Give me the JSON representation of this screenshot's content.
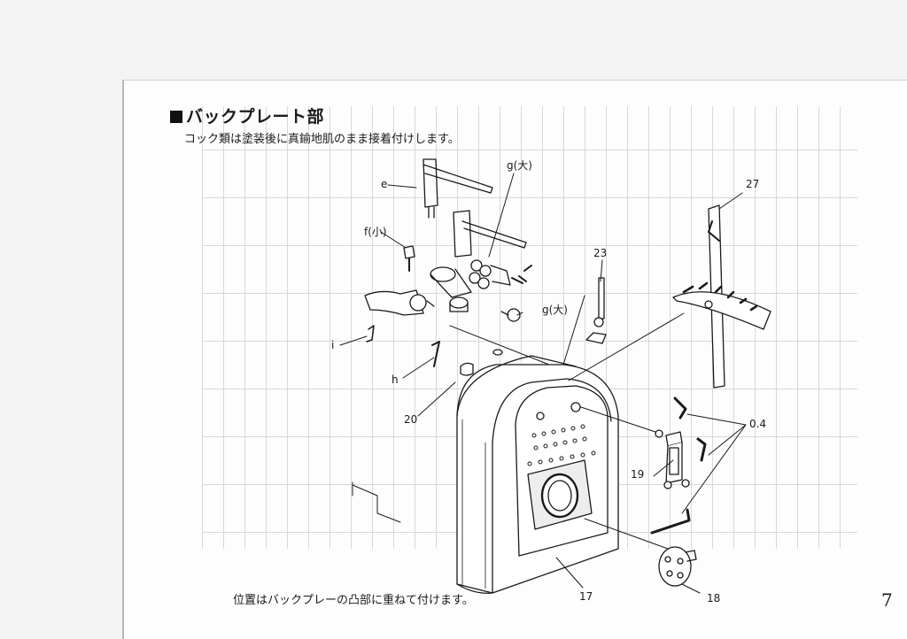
{
  "title": "バックプレート部",
  "subtitle": "コック類は塗装後に真鍮地肌のまま接着付けします。",
  "footer_note": "位置はバックプレーの凸部に重ねて付けます。",
  "page_number": "7",
  "labels": {
    "e": "e",
    "g_large_top": "g(大)",
    "f_small": "f(小)",
    "g_large_right": "g(大)",
    "i": "i",
    "h": "h",
    "n20": "20",
    "n23": "23",
    "n27": "27",
    "n04": "0.4",
    "n19": "19",
    "n17": "17",
    "n18": "18"
  }
}
